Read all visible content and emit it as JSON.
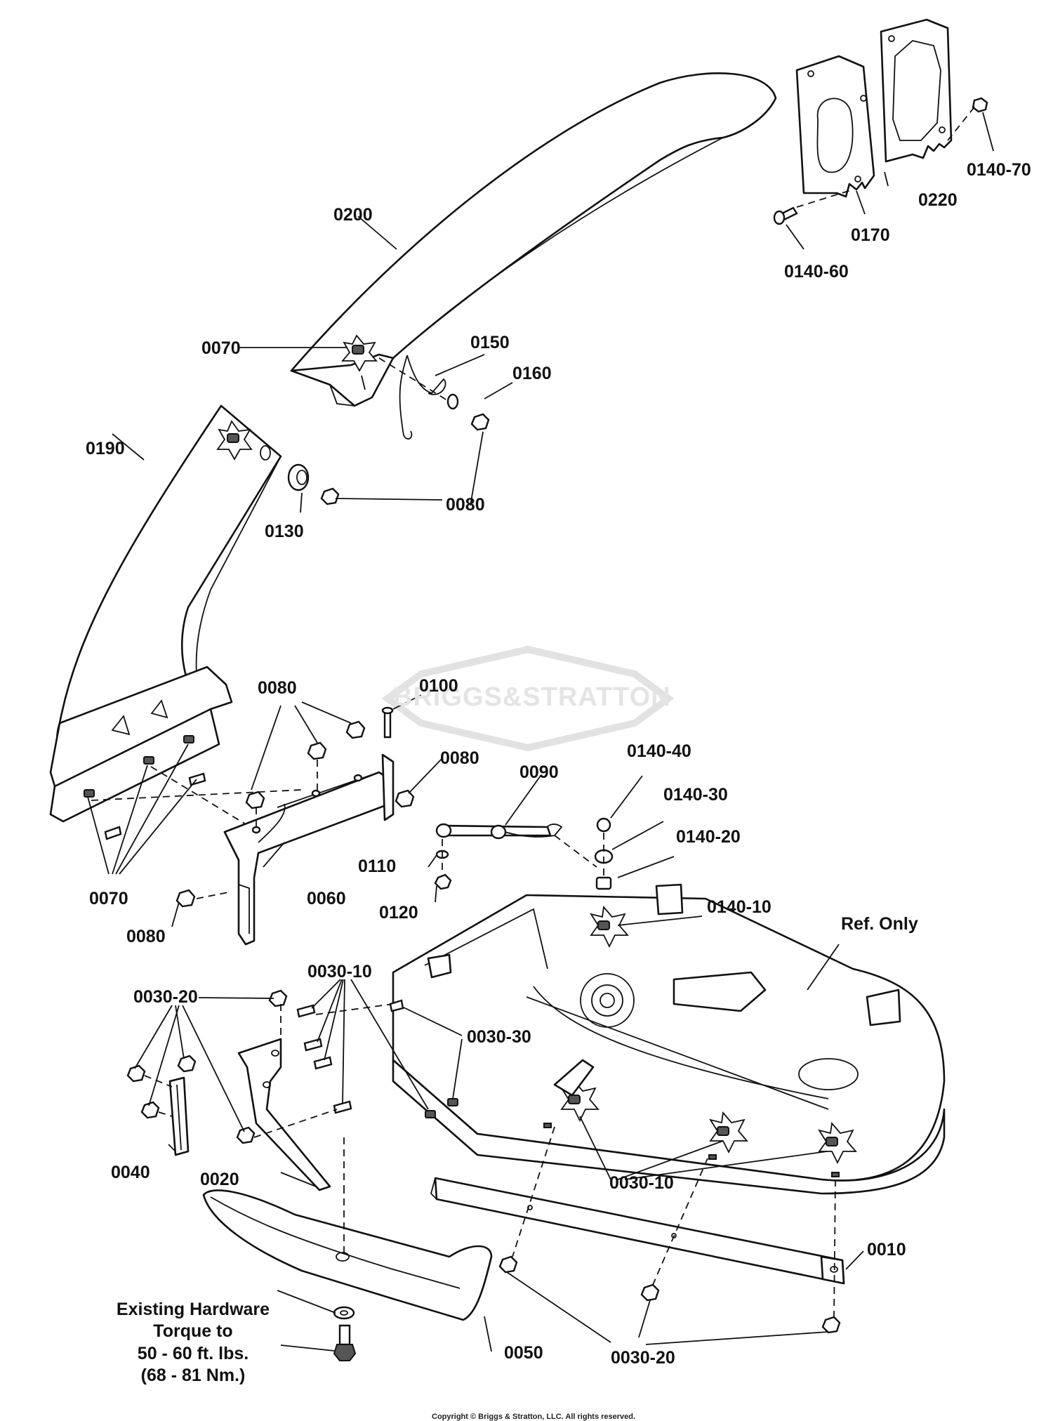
{
  "diagram": {
    "watermark": "BRIGGS&STRATTON",
    "copyright": "Copyright © Briggs & Stratton, LLC. All rights reserved.",
    "labels": {
      "p0200": "0200",
      "p0220": "0220",
      "p0170": "0170",
      "p0140_70": "0140-70",
      "p0140_60": "0140-60",
      "p0070_top": "0070",
      "p0150": "0150",
      "p0160": "0160",
      "p0190": "0190",
      "p0080_top": "0080",
      "p0130": "0130",
      "p0080_mid": "0080",
      "p0100": "0100",
      "p0080_b": "0080",
      "p0090": "0090",
      "p0140_40": "0140-40",
      "p0140_30": "0140-30",
      "p0140_20": "0140-20",
      "p0110": "0110",
      "p0120": "0120",
      "p0070_bot": "0070",
      "p0060": "0060",
      "p0080_low": "0080",
      "p0140_10": "0140-10",
      "ref_only": "Ref. Only",
      "p0030_10_top": "0030-10",
      "p0030_20_left": "0030-20",
      "p0030_30": "0030-30",
      "p0040": "0040",
      "p0020": "0020",
      "p0030_10_bot": "0030-10",
      "p0010": "0010",
      "p0050": "0050",
      "p0030_20_bot": "0030-20"
    },
    "note": {
      "line1": "Existing Hardware",
      "line2": "Torque to",
      "line3": "50 - 60 ft. lbs.",
      "line4": "(68 - 81 Nm.)"
    }
  }
}
